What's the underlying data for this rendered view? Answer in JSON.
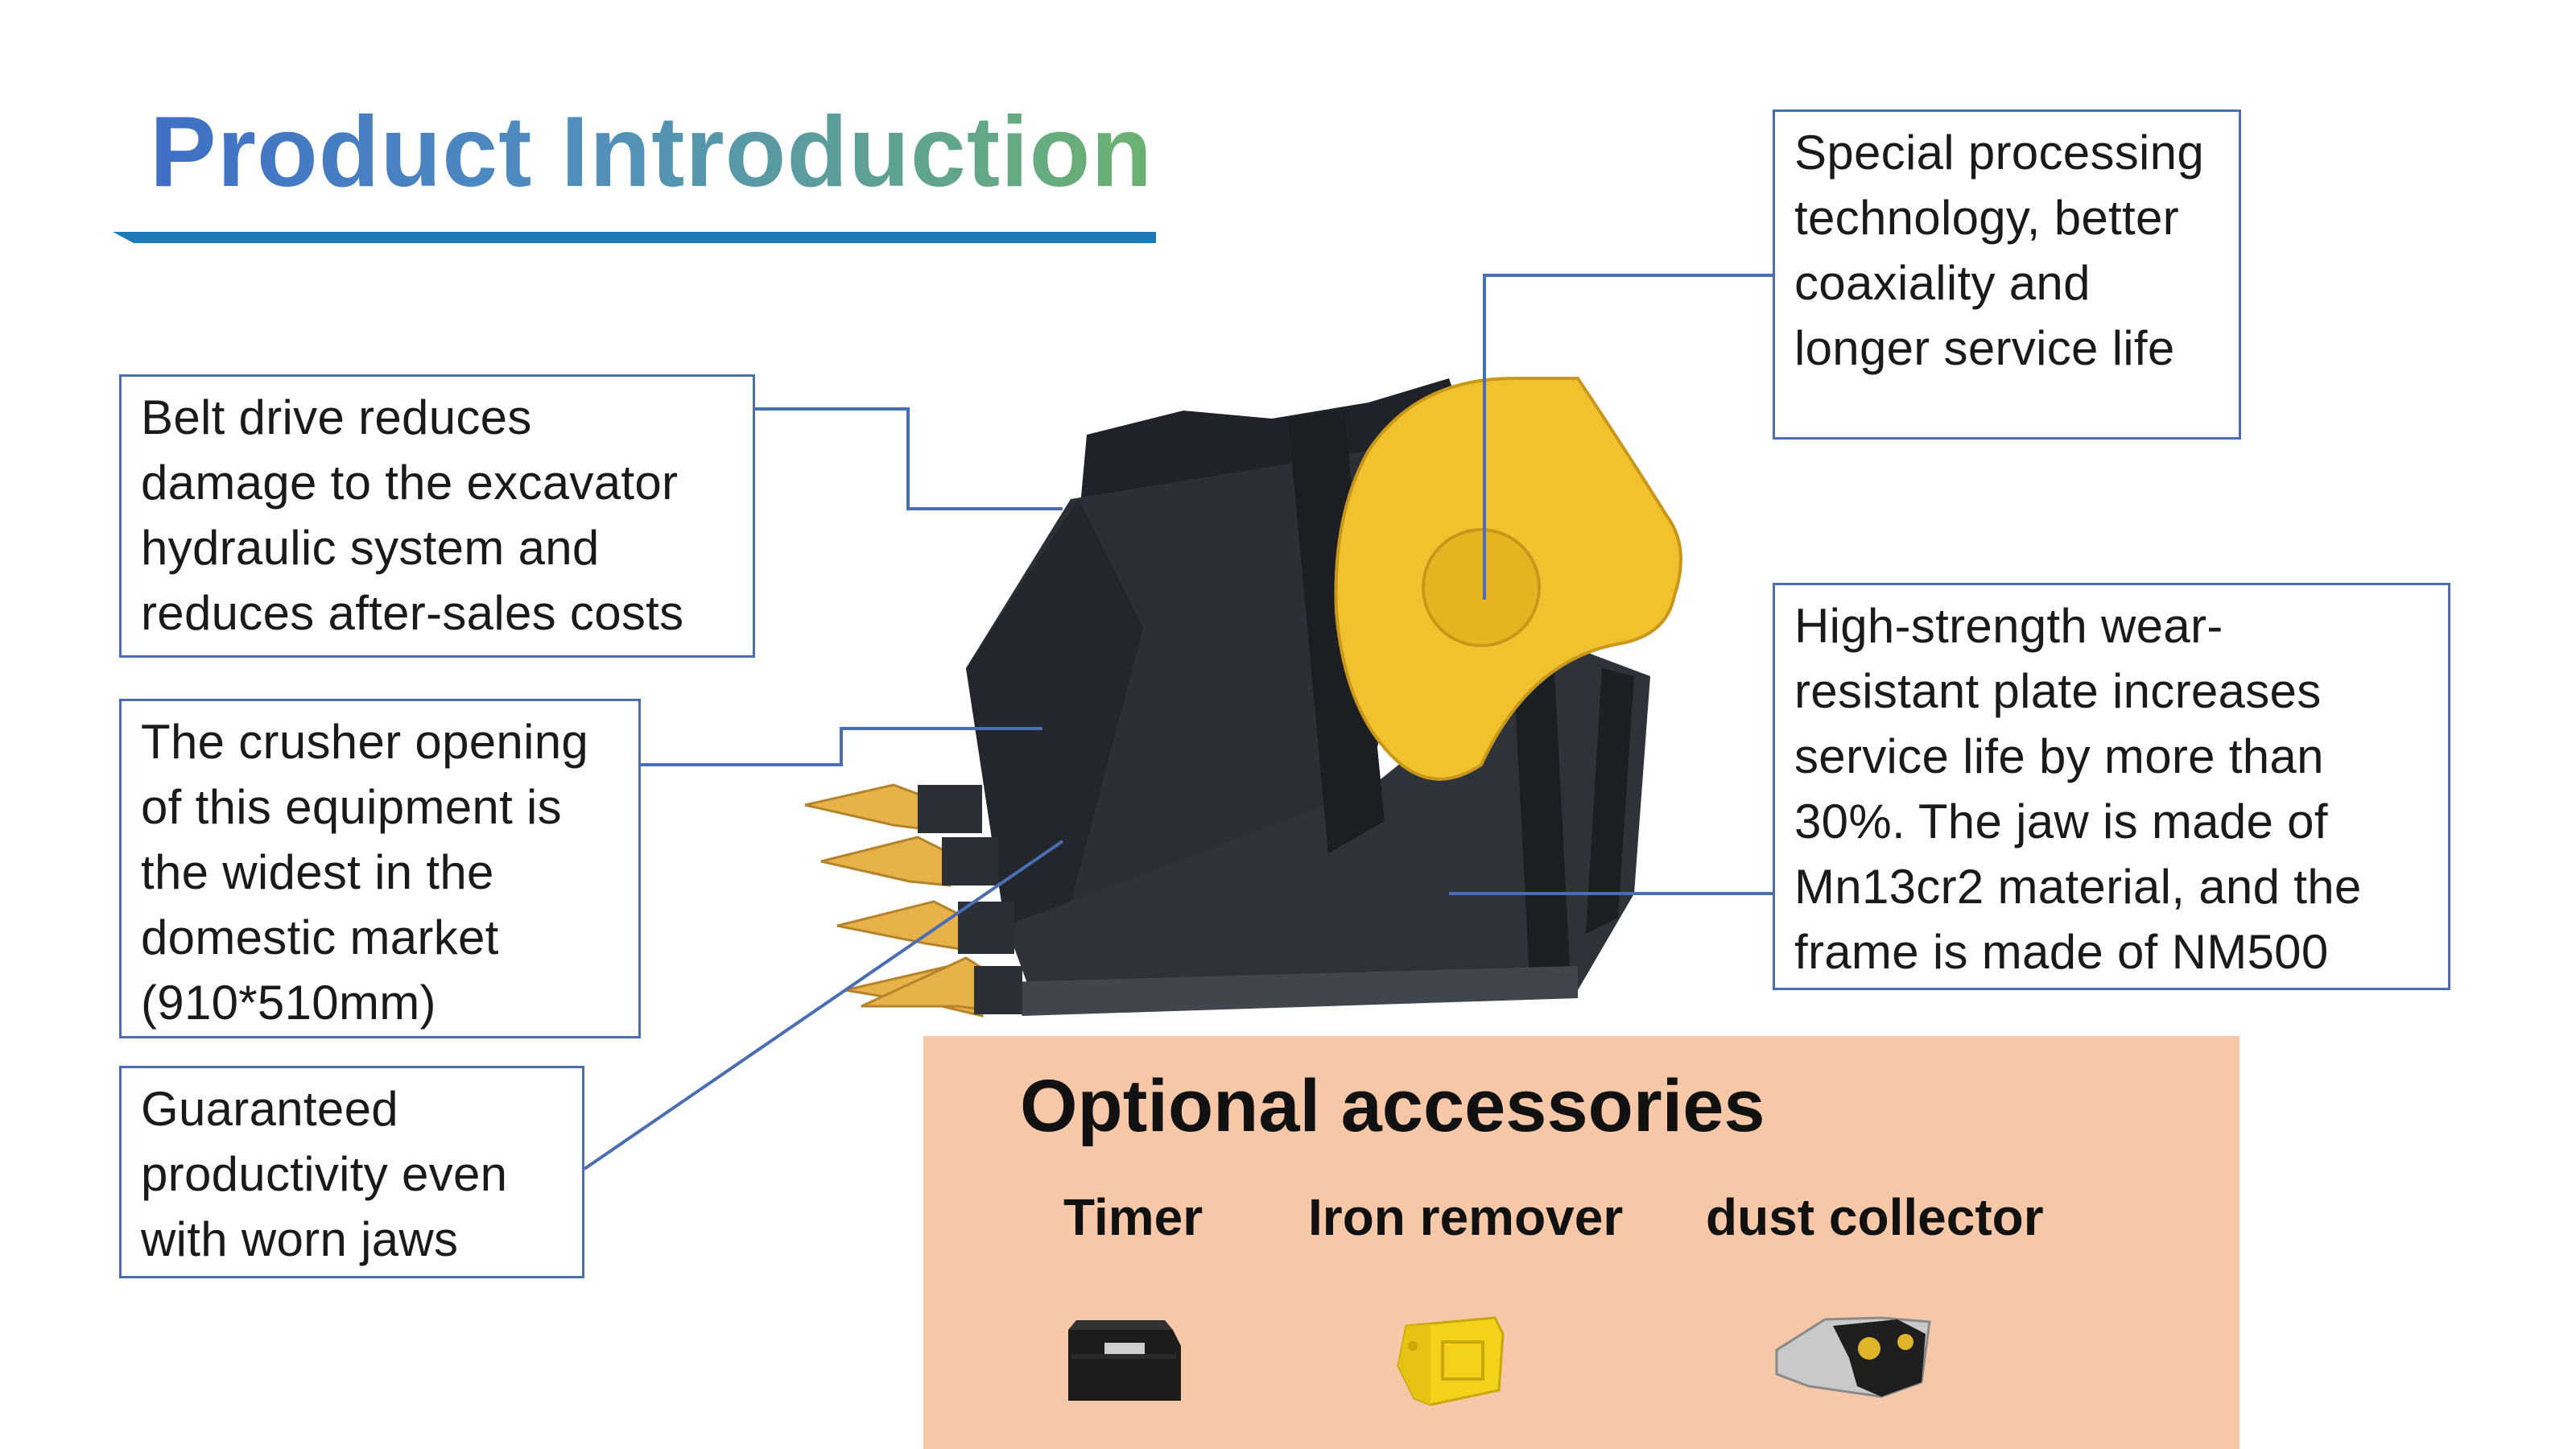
{
  "page": {
    "title": "Product Introduction"
  },
  "callouts": {
    "belt_drive": [
      "Belt drive reduces",
      "damage to the excavator",
      "hydraulic system and",
      "reduces after-sales costs"
    ],
    "crusher_opening": [
      "The crusher opening",
      "of this equipment is",
      "the widest in the",
      "domestic market",
      "(910*510mm)"
    ],
    "worn_jaws": [
      "Guaranteed",
      "productivity even",
      "with worn jaws"
    ],
    "processing": [
      "Special processing",
      "technology, better",
      "coaxiality and",
      "longer service life"
    ],
    "wear_plate": [
      "High-strength wear-",
      "resistant plate increases",
      "service life by more than",
      "30%. The jaw is made of",
      "Mn13cr2 material, and the",
      "frame is made of NM500"
    ]
  },
  "accessories": {
    "title": "Optional accessories",
    "items": [
      {
        "label": "Timer",
        "icon": "timer-box-icon"
      },
      {
        "label": "Iron remover",
        "icon": "iron-remover-icon"
      },
      {
        "label": "dust collector",
        "icon": "dust-collector-icon"
      }
    ]
  },
  "colors": {
    "title_gradient_start": "#3f6fc4",
    "title_gradient_end": "#6bb270",
    "underline": "#1f78b8",
    "callout_border": "#4a6db3",
    "leader_line": "#4a6db3",
    "accessories_bg": "#f6c8a7",
    "bucket_body": "#2b2f36",
    "bucket_yellow": "#f2c12e"
  }
}
